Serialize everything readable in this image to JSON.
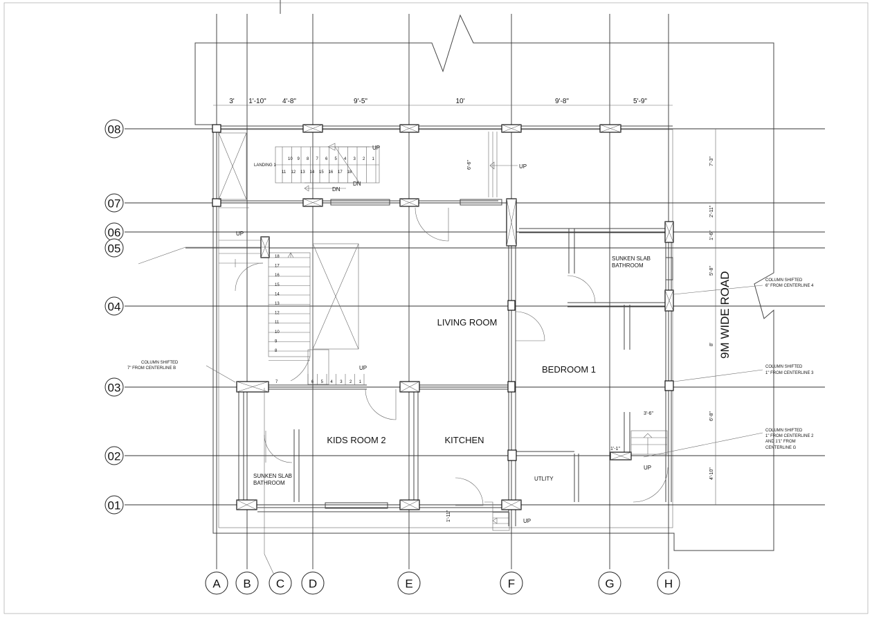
{
  "grid_columns": [
    "A",
    "B",
    "C",
    "D",
    "E",
    "F",
    "G",
    "H"
  ],
  "grid_rows": [
    "08",
    "07",
    "06",
    "05",
    "04",
    "03",
    "02",
    "01"
  ],
  "dimensions_top": [
    "3'",
    "1'-10\"",
    "4'-8\"",
    "9'-5\"",
    "10'",
    "9'-8\"",
    "5'-9\""
  ],
  "dimensions_right": [
    "7'-3\"",
    "2'-11\"",
    "1'-6\"",
    "5'-8\"",
    "8'",
    "6'-8\"",
    "4'-10\""
  ],
  "dimensions_misc": {
    "stair_top": "6'-6\"",
    "bath_door": "3'-6\"",
    "col_g2": "1'-1\"",
    "bottom_steps": "1'-11\""
  },
  "rooms": {
    "living": "LIVING ROOM",
    "bedroom": "BEDROOM 1",
    "kids": "KIDS ROOM 2",
    "kitchen": "KITCHEN",
    "utility": "UTLITY",
    "bath_top_1": "SUNKEN SLAB",
    "bath_top_2": "BATHROOM",
    "bath_bottom_1": "SUNKEN SLAB",
    "bath_bottom_2": "BATHROOM"
  },
  "road_label": "9M WIDE ROAD",
  "stair": {
    "landing": "LANDING 1",
    "up": "UP",
    "dn": "DN",
    "top_row": [
      "10",
      "9",
      "8",
      "7",
      "6",
      "5",
      "4",
      "3",
      "2",
      "1"
    ],
    "bottom_row": [
      "11",
      "12",
      "13",
      "14",
      "15",
      "16",
      "17",
      "18"
    ],
    "side_steps": [
      "18",
      "17",
      "16",
      "15",
      "14",
      "13",
      "12",
      "11",
      "10",
      "9",
      "8"
    ],
    "lower_row": [
      "7",
      "6",
      "5",
      "4",
      "3",
      "2",
      "1"
    ]
  },
  "notes": {
    "b3_1": "COLUMN SHIFTED",
    "b3_2": "7\" FROM CENTERLINE B",
    "h4_1": "COLUMN SHIFTED",
    "h4_2": "6\" FROM CENTERLINE 4",
    "h3_1": "COLUMN SHIFTED",
    "h3_2": "1\" FROM CENTERLINE 3",
    "g2_1": "COLUMN SHIFTED",
    "g2_2": "1\" FROM CENTERLINE 2",
    "g2_3": "AND 1'1\" FROM",
    "g2_4": "CENTERLINE G"
  }
}
